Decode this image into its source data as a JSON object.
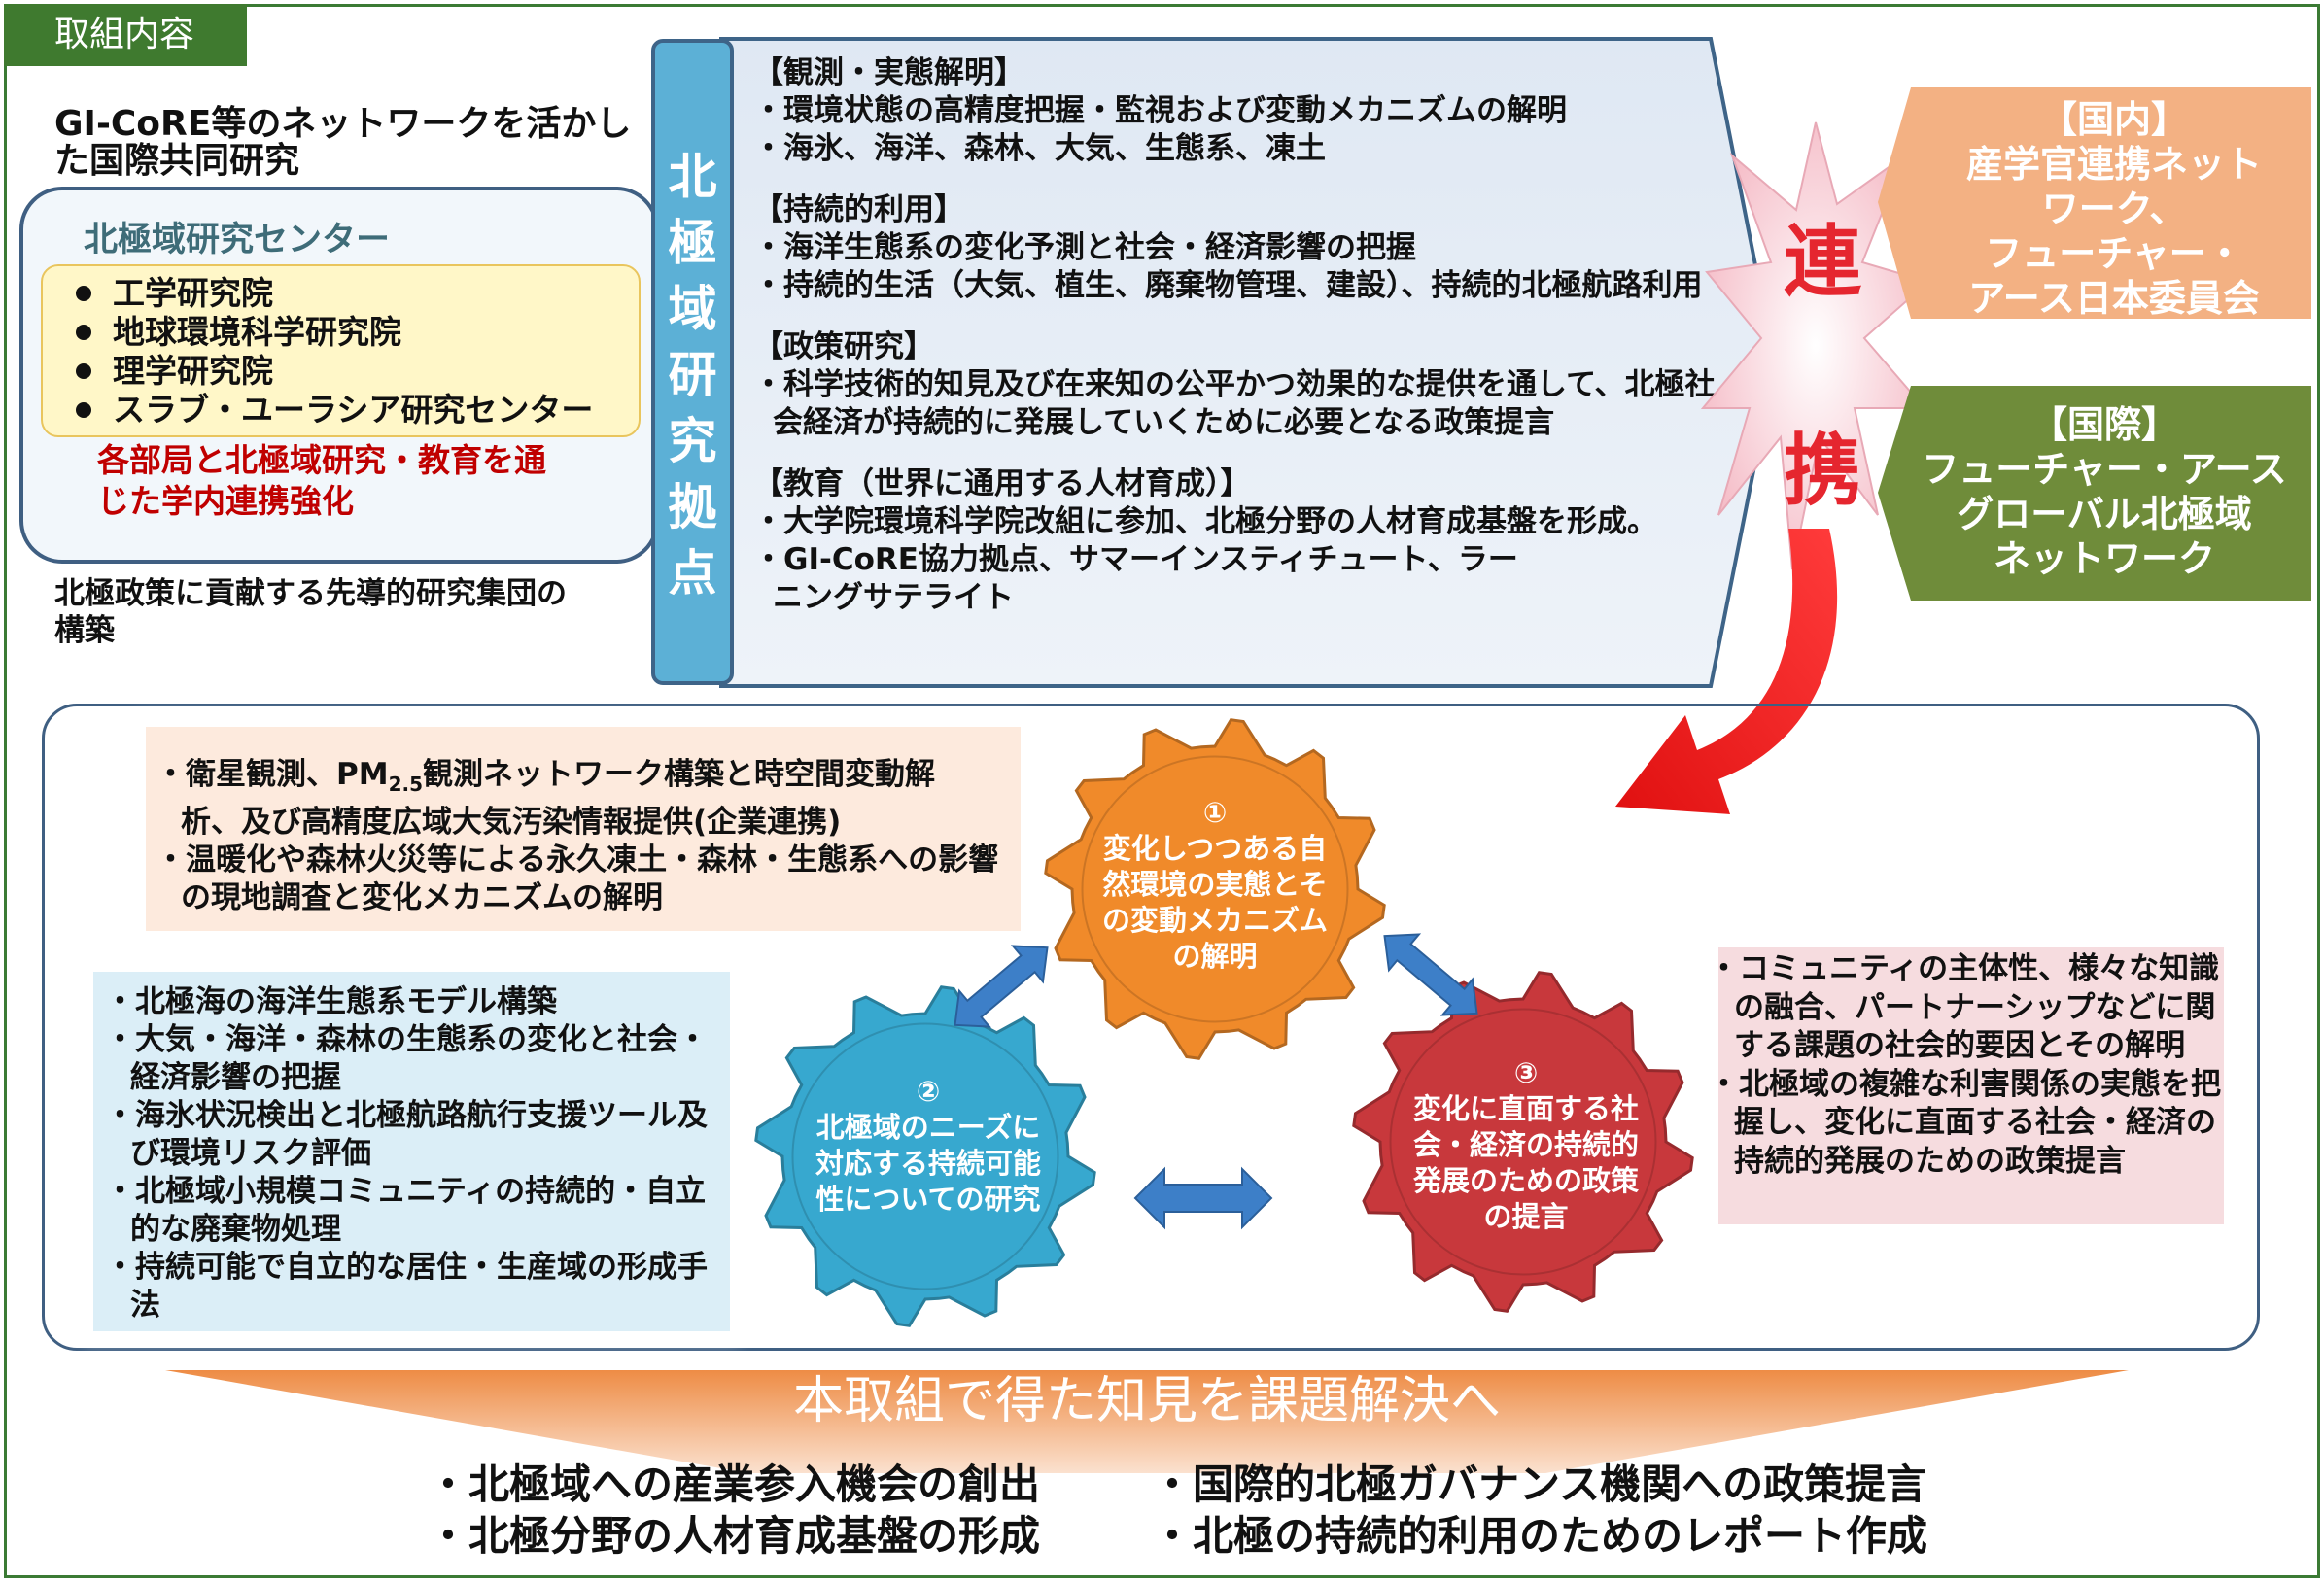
{
  "header_tag": "取組内容",
  "left": {
    "intro": [
      "GI-CoRE等のネットワークを活かし",
      "た国際共同研究"
    ],
    "center_title": "北極域研究センター",
    "members": [
      "工学研究院",
      "地球環境科学研究院",
      "理学研究院",
      "スラブ・ユーラシア研究センター"
    ],
    "collab_note": [
      "各部局と北極域研究・教育を通",
      "じた学内連携強化"
    ],
    "outro": [
      "北極政策に貢献する先導的研究集団の",
      "構築"
    ]
  },
  "hub": {
    "label_chars": [
      "北",
      "極",
      "域",
      "研",
      "究",
      "拠",
      "点"
    ],
    "sections": [
      {
        "heading": "【観測・実態解明】",
        "items": [
          "・環境状態の高精度把握・監視および変動メカニズムの解明",
          "・海氷、海洋、森林、大気、生態系、凍土"
        ]
      },
      {
        "heading": "【持続的利用】",
        "items": [
          "・海洋生態系の変化予測と社会・経済影響の把握",
          "・持続的生活（大気、植生、廃棄物管理、建設）、持続的北極航路利用"
        ]
      },
      {
        "heading": "【政策研究】",
        "items": [
          "・科学技術的知見及び在来知の公平かつ効果的な提供を通して、北極社会経済が持続的に発展していくために必要となる政策提言"
        ]
      },
      {
        "heading": "【教育（世界に通用する人材育成）】",
        "items": [
          "・大学院環境科学院改組に参加、北極分野の人材育成基盤を形成。",
          "・GI-CoRE協力拠点、サマーインスティチュート、ラーニングサテライト"
        ]
      }
    ]
  },
  "renkei": {
    "char1": "連",
    "char2": "携"
  },
  "partners": {
    "domestic": {
      "heading": "【国内】",
      "lines": [
        "産学官連携ネット",
        "ワーク、",
        "フューチャー・",
        "アース日本委員会"
      ],
      "color": "#f3b183"
    },
    "international": {
      "heading": "【国際】",
      "lines": [
        "フューチャー・アース",
        "グローバル北極域",
        "ネットワーク"
      ],
      "color": "#6f8c3a"
    }
  },
  "boxes": {
    "observation": [
      "・衛星観測、PM2.5観測ネットワーク構築と時空間変動解析、及び高精度広域大気汚染情報提供(企業連携)",
      "・温暖化や森林火災等による永久凍土・森林・生態系への影響の現地調査と変化メカニズムの解明"
    ],
    "pm_parts": {
      "pre": "・衛星観測、PM",
      "sub": "2.5",
      "post": "観測ネットワーク構築と時空間変動解"
    },
    "sustainable": [
      "・北極海の海洋生態系モデル構築",
      "・大気・海洋・森林の生態系の変化と社会・経済影響の把握",
      "・海氷状況検出と北極航路航行支援ツール及び環境リスク評価",
      "・北極域小規模コミュニティの持続的・自立的な廃棄物処理",
      "・持続可能で自立的な居住・生産域の形成手法"
    ],
    "policy": [
      "・コミュニティの主体性、様々な知識の融合、パートナーシップなどに関する課題の社会的要因とその解明",
      "・北極域の複雑な利害関係の実態を把握し、変化に直面する社会・経済の持続的発展のための政策提言"
    ]
  },
  "gears": [
    {
      "num": "①",
      "lines": [
        "変化しつつある自",
        "然環境の実態とそ",
        "の変動メカニズム",
        "の解明"
      ],
      "color": "#f08a2a"
    },
    {
      "num": "②",
      "lines": [
        "北極域のニーズに",
        "対応する持続可能",
        "性についての研究"
      ],
      "color": "#37a8cf"
    },
    {
      "num": "③",
      "lines": [
        "変化に直面する社",
        "会・経済の持続的",
        "発展のための政策",
        "の提言"
      ],
      "color": "#c8383c"
    }
  ],
  "result_banner": "本取組で得た知見を課題解決へ",
  "outcomes": [
    "・北極域への産業参入機会の創出",
    "・国際的北極ガバナンス機関への政策提言",
    "・北極分野の人材育成基盤の形成",
    "・北極の持続的利用のためのレポート作成"
  ]
}
